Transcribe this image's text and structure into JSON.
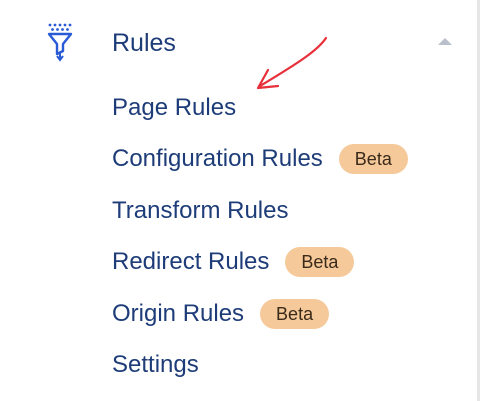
{
  "section": {
    "title": "Rules",
    "icon": "funnel-filter-icon",
    "toggle_icon": "chevron-up-icon"
  },
  "menu": {
    "items": [
      {
        "label": "Page Rules",
        "badge": ""
      },
      {
        "label": "Configuration Rules",
        "badge": "Beta"
      },
      {
        "label": "Transform Rules",
        "badge": ""
      },
      {
        "label": "Redirect Rules",
        "badge": "Beta"
      },
      {
        "label": "Origin Rules",
        "badge": "Beta"
      },
      {
        "label": "Settings",
        "badge": ""
      }
    ]
  },
  "colors": {
    "text": "#1d3c78",
    "badge_bg": "#f6c99a",
    "annotation": "#e8303a",
    "icon": "#2a5bd7"
  }
}
